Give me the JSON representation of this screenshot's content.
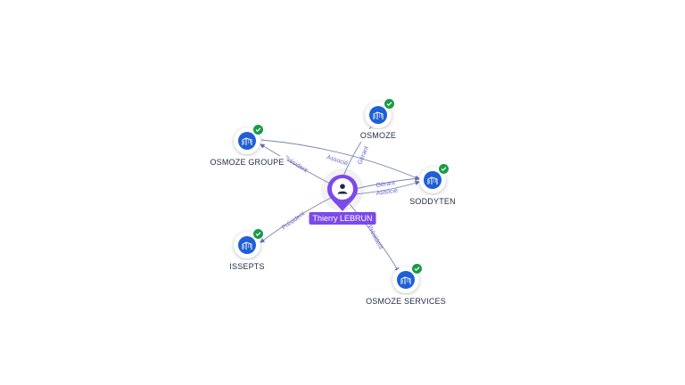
{
  "center": {
    "name": "Thierry LEBRUN",
    "icon": "person-icon",
    "color": "#7b4ae8"
  },
  "companies": [
    {
      "id": "osmoze",
      "name": "OSMOZE",
      "icon": "building-icon",
      "verified": true
    },
    {
      "id": "osmoze-groupe",
      "name": "OSMOZE GROUPE",
      "icon": "building-icon",
      "verified": true
    },
    {
      "id": "soddyten",
      "name": "SODDYTEN",
      "icon": "building-icon",
      "verified": true
    },
    {
      "id": "issepts",
      "name": "ISSEPTS",
      "icon": "building-icon",
      "verified": true
    },
    {
      "id": "osmoze-services",
      "name": "OSMOZE SERVICES",
      "icon": "building-icon",
      "verified": true
    }
  ],
  "edges": [
    {
      "from": "center",
      "to": "osmoze",
      "label": "Gérant"
    },
    {
      "from": "center",
      "to": "osmoze-groupe",
      "label": "Président"
    },
    {
      "from": "center",
      "to": "soddyten",
      "label": "Gérant"
    },
    {
      "from": "center",
      "to": "soddyten",
      "label": "Associé"
    },
    {
      "from": "osmoze-groupe",
      "to": "soddyten",
      "label": "Associé"
    },
    {
      "from": "center",
      "to": "issepts",
      "label": "Président"
    },
    {
      "from": "center",
      "to": "osmoze-services",
      "label": "Président"
    }
  ],
  "colors": {
    "brand": "#1f5fd6",
    "verified": "#1a9b48",
    "edge": "#7a86a8",
    "edge_label": "#6a64c8"
  }
}
